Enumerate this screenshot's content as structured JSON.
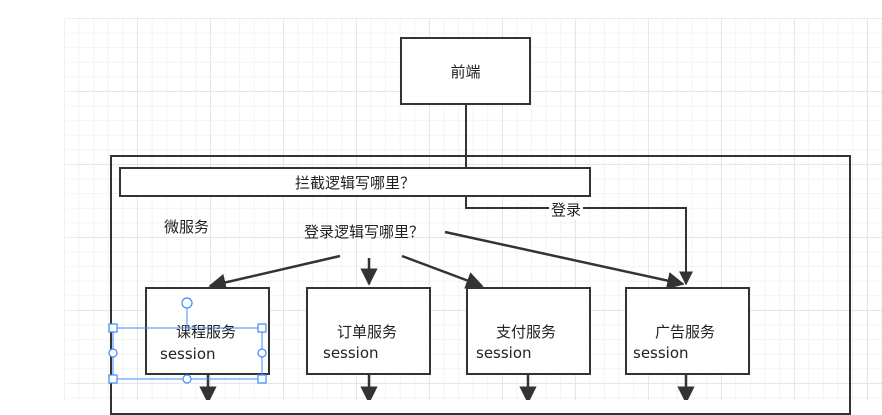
{
  "diagram": {
    "frontend": {
      "label": "前端"
    },
    "container": {
      "label": "微服务"
    },
    "intercept_bar": {
      "label": "拦截逻辑写哪里？"
    },
    "login_question": {
      "label": "登录逻辑写哪里？"
    },
    "edge_login": {
      "label": "登录"
    },
    "services": [
      {
        "title": "课程服务",
        "sub": "session"
      },
      {
        "title": "订单服务",
        "sub": "session"
      },
      {
        "title": "支付服务",
        "sub": "session"
      },
      {
        "title": "广告服务",
        "sub": "session"
      }
    ],
    "colors": {
      "stroke": "#333333",
      "grid": "#e6e6e6",
      "selection": "#3d8bfd"
    }
  }
}
